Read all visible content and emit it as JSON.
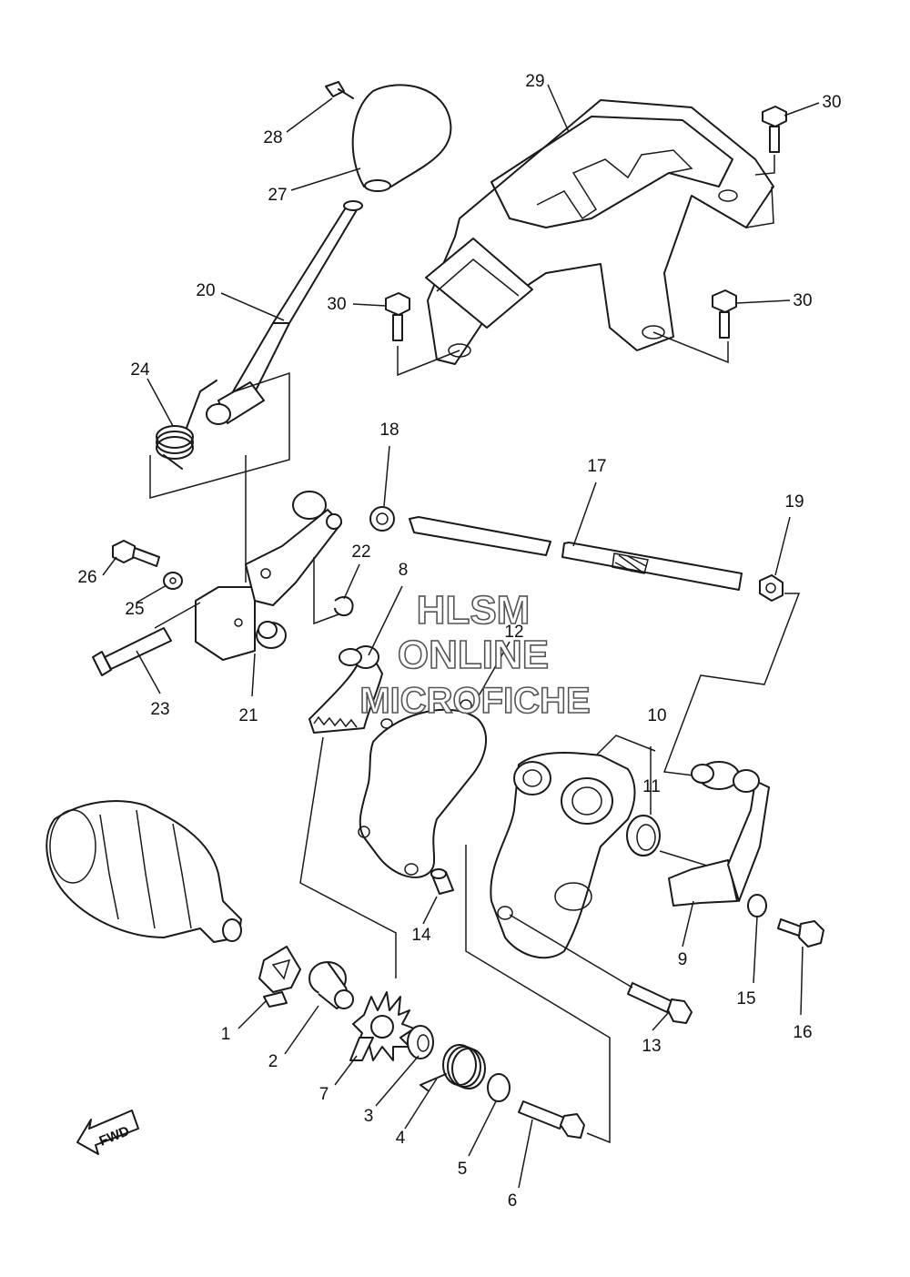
{
  "watermark": {
    "line1": "HLSM",
    "line2": "ONLINE",
    "line3": "MICROFICHE"
  },
  "direction_arrow": {
    "label": "FWD"
  },
  "callouts": [
    {
      "num": "1"
    },
    {
      "num": "2"
    },
    {
      "num": "3"
    },
    {
      "num": "4"
    },
    {
      "num": "5"
    },
    {
      "num": "6"
    },
    {
      "num": "7"
    },
    {
      "num": "8"
    },
    {
      "num": "9"
    },
    {
      "num": "10"
    },
    {
      "num": "11"
    },
    {
      "num": "12"
    },
    {
      "num": "13"
    },
    {
      "num": "14"
    },
    {
      "num": "15"
    },
    {
      "num": "16"
    },
    {
      "num": "17"
    },
    {
      "num": "18"
    },
    {
      "num": "19"
    },
    {
      "num": "20"
    },
    {
      "num": "21"
    },
    {
      "num": "22"
    },
    {
      "num": "23"
    },
    {
      "num": "24"
    },
    {
      "num": "25"
    },
    {
      "num": "26"
    },
    {
      "num": "27"
    },
    {
      "num": "28"
    },
    {
      "num": "29"
    },
    {
      "num": "30"
    },
    {
      "num": "30"
    },
    {
      "num": "30"
    }
  ]
}
